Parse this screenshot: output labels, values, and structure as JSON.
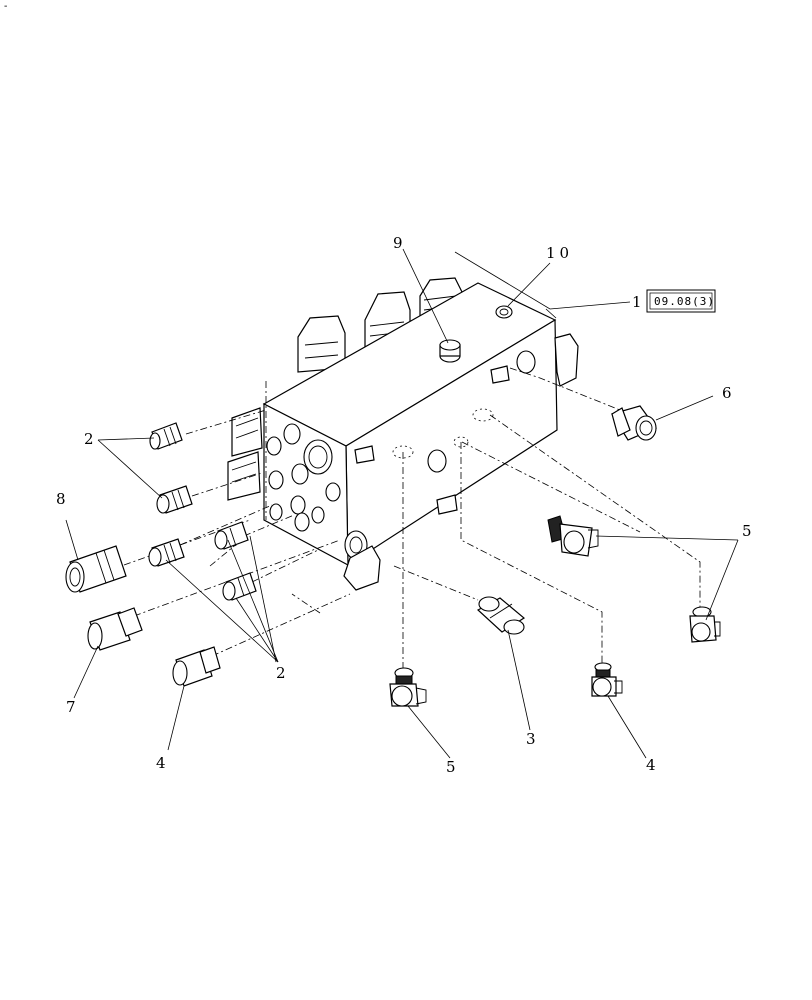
{
  "corner_mark": "-",
  "callouts": {
    "c1": "1",
    "c2a": "2",
    "c2b": "2",
    "c3": "3",
    "c4a": "4",
    "c4b": "4",
    "c5a": "5",
    "c5b": "5",
    "c6": "6",
    "c7": "7",
    "c8": "8",
    "c9": "9",
    "c10": "10"
  },
  "reference_box": "09.08(3)"
}
